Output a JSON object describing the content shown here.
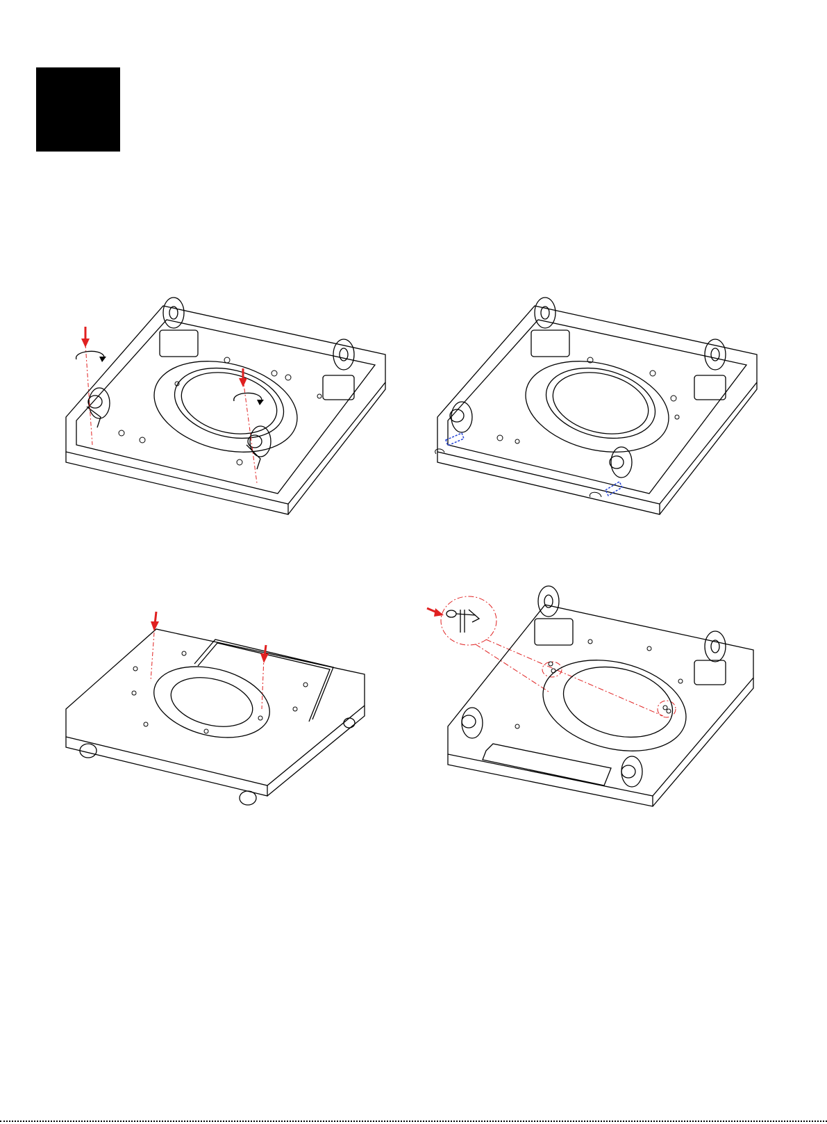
{
  "page": {
    "step_badge_text": ""
  },
  "colors": {
    "line": "#000000",
    "arrow": "#e02020",
    "guide": "#e02020",
    "pin": "#1f3fd6",
    "background": "#ffffff"
  },
  "panels": [
    {
      "id": "panel-1",
      "description_icons": [
        "caster-wheel-icon",
        "bolt-icon",
        "rotate-arrow-icon"
      ]
    },
    {
      "id": "panel-2",
      "description_icons": [
        "caster-wheel-icon",
        "lock-pin-icon",
        "rotate-arrow-icon"
      ]
    },
    {
      "id": "panel-3",
      "description_icons": [
        "handle-bar-icon",
        "bolt-icon"
      ]
    },
    {
      "id": "panel-4",
      "description_icons": [
        "caster-wheel-icon",
        "spring-pin-icon",
        "screw-icon"
      ]
    }
  ]
}
